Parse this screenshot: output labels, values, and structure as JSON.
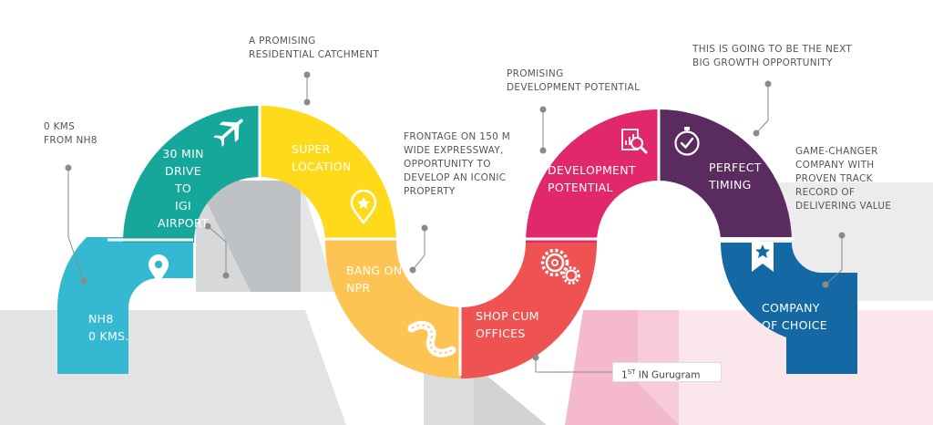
{
  "colors": {
    "cyan": "#35B9D3",
    "teal": "#15A89A",
    "yellow": "#FFDA1A",
    "amber": "#FDC453",
    "red": "#EE5351",
    "magenta": "#E0286A",
    "purple": "#5A2B5F",
    "blue": "#1469A4",
    "annotation_text": "#555555",
    "leader_line": "#8a8a8a"
  },
  "segments": [
    {
      "id": "nh8",
      "label": "NH8\n0 KMS.",
      "icon": "location-pin-icon"
    },
    {
      "id": "airport",
      "label": "30 MIN\nDRIVE TO\nIGI\nAIRPORT",
      "icon": "airplane-icon"
    },
    {
      "id": "super-location",
      "label": "SUPER\nLOCATION",
      "icon": "star-pin-icon"
    },
    {
      "id": "npr",
      "label": "BANG ON\nNPR",
      "icon": "road-icon"
    },
    {
      "id": "shop-offices",
      "label": "SHOP CUM\nOFFICES",
      "icon": "gears-icon"
    },
    {
      "id": "development",
      "label": "DEVELOPMENT\nPOTENTIAL",
      "icon": "report-magnifier-icon"
    },
    {
      "id": "timing",
      "label": "PERFECT\nTIMING",
      "icon": "stopwatch-check-icon"
    },
    {
      "id": "company",
      "label": "COMPANY\nOF CHOICE",
      "icon": "star-ribbon-icon"
    }
  ],
  "annotations": [
    {
      "id": "nh8",
      "text": "0 KMS\nFROM NH8"
    },
    {
      "id": "catchment",
      "text": "A PROMISING\nRESIDENTIAL CATCHMENT"
    },
    {
      "id": "frontage",
      "text": "FRONTAGE ON 150 M\nWIDE EXPRESSWAY,\nOPPORTUNITY TO\nDEVELOP AN ICONIC\nPROPERTY"
    },
    {
      "id": "development",
      "text": "PROMISING\nDEVELOPMENT POTENTIAL"
    },
    {
      "id": "growth",
      "text": "THIS IS GOING TO BE THE NEXT\nBIG GROWTH OPPORTUNITY"
    },
    {
      "id": "company",
      "text": "GAME-CHANGER\nCOMPANY WITH\nPROVEN TRACK\nRECORD OF\nDELIVERING VALUE"
    }
  ],
  "badge": {
    "rank": "1",
    "ordinal": "ST",
    "text": " IN Gurugram"
  }
}
